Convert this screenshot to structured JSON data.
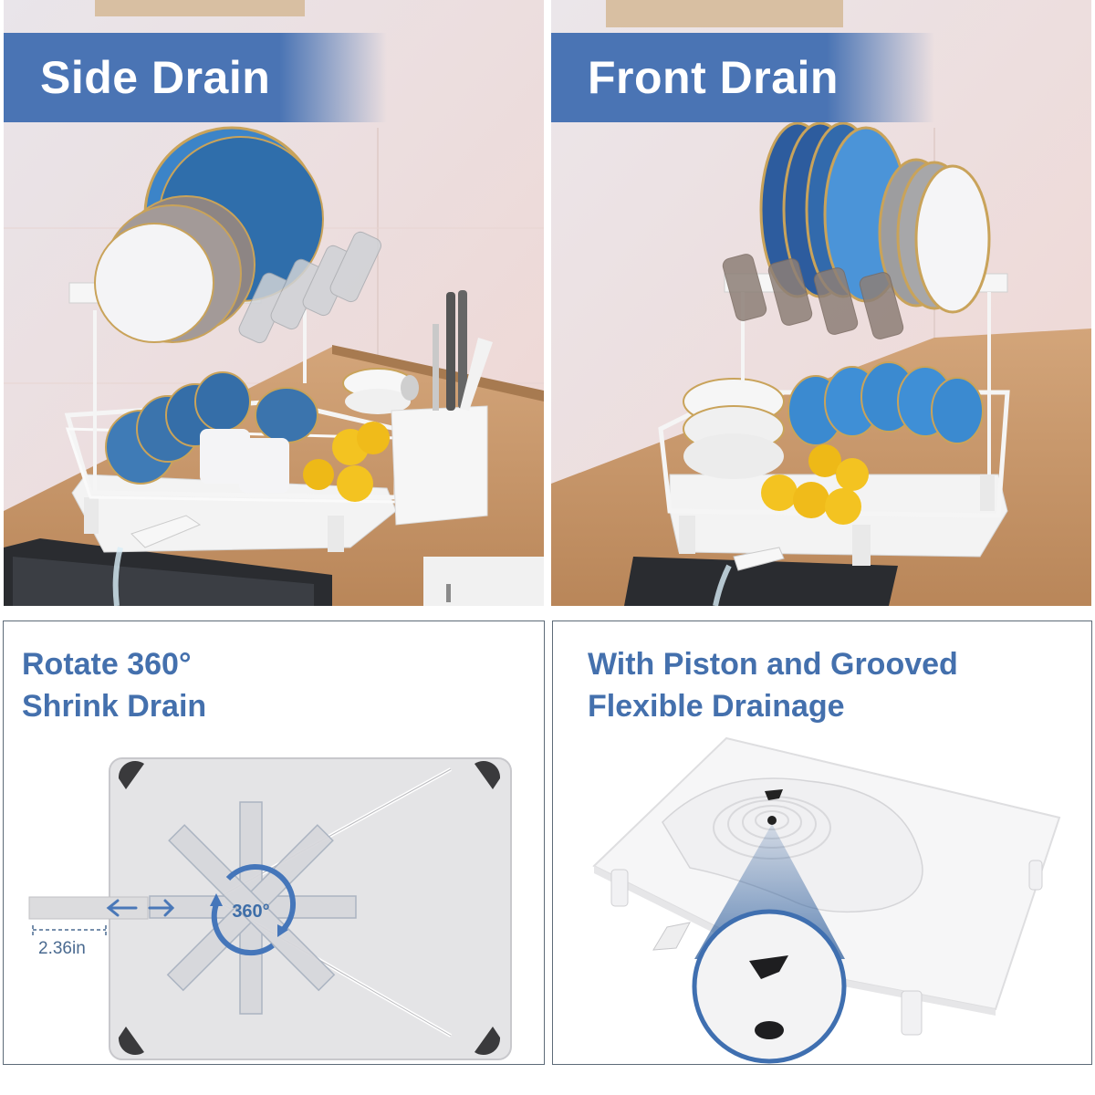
{
  "panels": [
    {
      "id": "side-drain",
      "type": "photo",
      "banner_text": "Side Drain",
      "description": "Two-tier white dish drying rack on kitchen counter draining water sideways into sink"
    },
    {
      "id": "front-drain",
      "type": "photo",
      "banner_text": "Front Drain",
      "description": "Two-tier white dish drying rack on kitchen counter draining water from the front into sink"
    },
    {
      "id": "rotate-360",
      "type": "diagram",
      "title_line1": "Rotate 360°",
      "title_line2": "Shrink Drain",
      "rotation_label": "360°",
      "dimension_label": "2.36in"
    },
    {
      "id": "piston-drainage",
      "type": "diagram",
      "title_line1": "With Piston and Grooved",
      "title_line2": "Flexible Drainage"
    }
  ],
  "colors": {
    "banner_blue": "#4a74b4",
    "title_blue": "#4470ad",
    "panel_border": "#5d6b78",
    "tray_gray": "#e4e4e6",
    "wall_pink": "#ecd9d6",
    "counter_wood": "#c99a6b"
  }
}
